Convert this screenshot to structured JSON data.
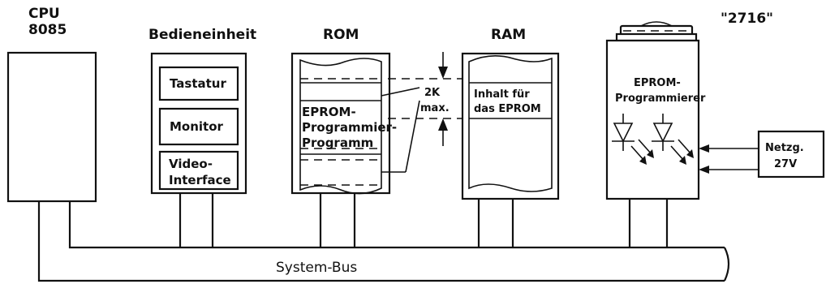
{
  "cpu": {
    "title_line1": "CPU",
    "title_line2": "8085"
  },
  "bedieneinheit": {
    "title": "Bedieneinheit",
    "items": [
      "Tastatur",
      "Monitor",
      "Video-",
      "Interface"
    ]
  },
  "rom": {
    "title": "ROM",
    "program_lines": [
      "EPROM-",
      "Programmier-",
      "Programm"
    ]
  },
  "ram": {
    "title": "RAM",
    "content_lines": [
      "Inhalt für",
      "das EPROM"
    ]
  },
  "size_note": {
    "line1": "2K",
    "line2": "max."
  },
  "programmer": {
    "chip_label": "\"2716\"",
    "title_lines": [
      "EPROM-",
      "Programmierer"
    ]
  },
  "power": {
    "line1": "Netzg.",
    "line2": "27V"
  },
  "bus": {
    "label": "System-Bus"
  }
}
